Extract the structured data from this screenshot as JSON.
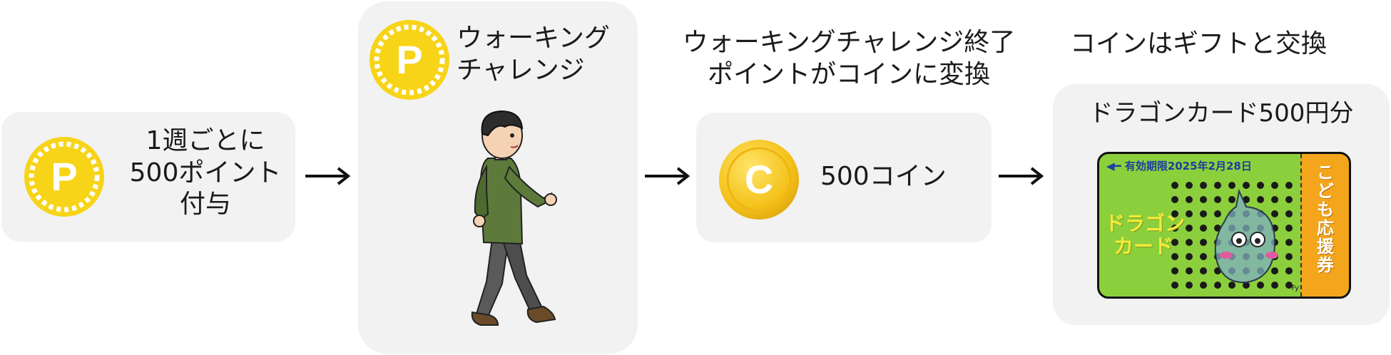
{
  "steps": {
    "points": {
      "line1": "1週ごとに",
      "line2": "500ポイント",
      "line3": "付与",
      "coin_letter": "P"
    },
    "challenge": {
      "line1": "ウォーキング",
      "line2": "チャレンジ",
      "coin_letter": "P"
    },
    "conversion": {
      "caption_line1": "ウォーキングチャレンジ終了",
      "caption_line2": "ポイントがコインに変換",
      "coin_label": "500コイン",
      "coin_letter": "C"
    },
    "gift": {
      "caption": "コインはギフトと交換",
      "title": "ドラゴンカード500円分",
      "card": {
        "validity": "有効期限2025年2月28日",
        "name_line1": "ドラゴン",
        "name_line2": "カード",
        "side_label": "こども応援券",
        "corner_mark": "Fy"
      }
    }
  },
  "colors": {
    "box_bg": "#f2f2f2",
    "point_coin": "#f7d417",
    "conversion_coin": "#f4c21a",
    "card_green": "#8ccf3c",
    "card_orange": "#f3a51c"
  },
  "icons": [
    "point-coin-icon",
    "walking-person-icon",
    "coin-icon",
    "arrow-right-icon"
  ]
}
